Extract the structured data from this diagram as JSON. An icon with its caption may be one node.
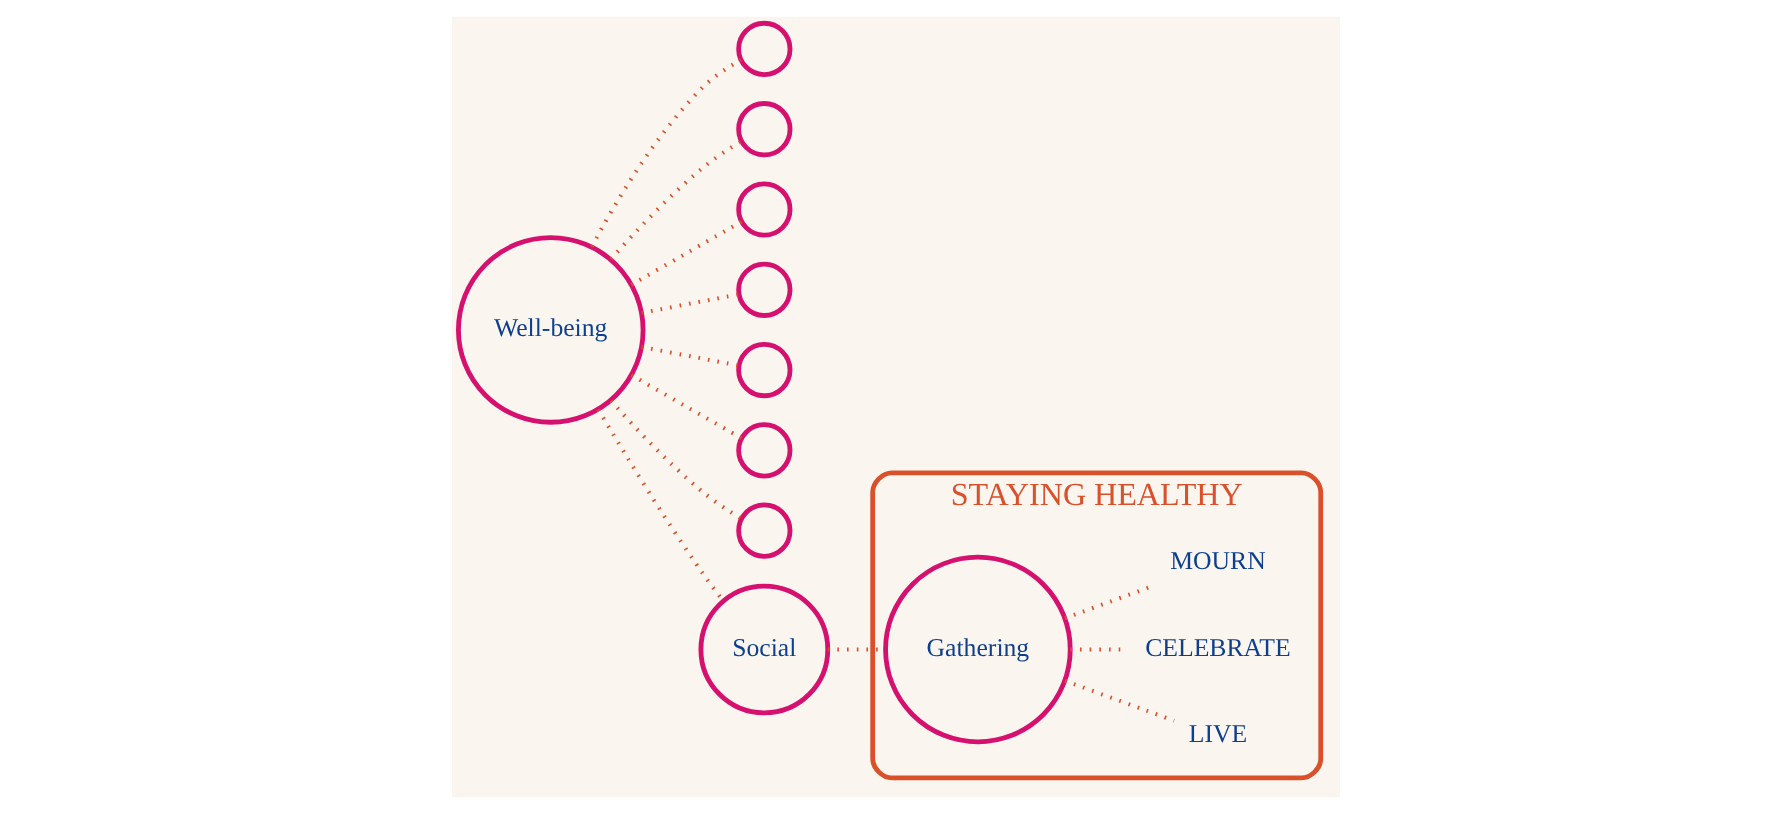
{
  "diagram": {
    "nodes": [
      {
        "text": [
          "Well-being"
        ]
      },
      {
        "text": [],
        "shape": "circle"
      },
      {
        "text": [],
        "shape": "circle"
      },
      {
        "text": [],
        "shape": "circle"
      },
      {
        "text": [],
        "shape": "circle"
      },
      {
        "text": [],
        "shape": "circle"
      },
      {
        "text": [],
        "shape": "circle"
      },
      {
        "text": [],
        "shape": "circle"
      },
      {
        "text": [
          "Social"
        ]
      },
      {
        "text": [
          "STAYING HEALTHY"
        ]
      },
      {
        "text": [
          "Gathering"
        ],
        "in": 9
      },
      {
        "text": [
          "LIVE"
        ],
        "in": 9
      },
      {
        "text": [
          "CELEBRATE"
        ],
        "in": 9
      },
      {
        "text": [
          "MOURN"
        ],
        "in": 9
      }
    ],
    "edges": [
      {
        "from": 0,
        "to": 1,
        "arrow": "none"
      },
      {
        "from": 0,
        "to": 2,
        "arrow": "none"
      },
      {
        "from": 0,
        "to": 3,
        "arrow": "none"
      },
      {
        "from": 0,
        "to": 4,
        "arrow": "none"
      },
      {
        "from": 0,
        "to": 5,
        "arrow": "none"
      },
      {
        "from": 0,
        "to": 6,
        "arrow": "none"
      },
      {
        "from": 0,
        "to": 7,
        "arrow": "none"
      },
      {
        "from": 0,
        "to": 8,
        "arrow": "none"
      },
      {
        "from": 8,
        "to": 10,
        "arrow": "none"
      },
      {
        "from": 10,
        "to": 11,
        "arrow": "none"
      },
      {
        "from": 10,
        "to": 12,
        "arrow": "none"
      },
      {
        "from": 10,
        "to": 13,
        "arrow": "none"
      }
    ]
  }
}
